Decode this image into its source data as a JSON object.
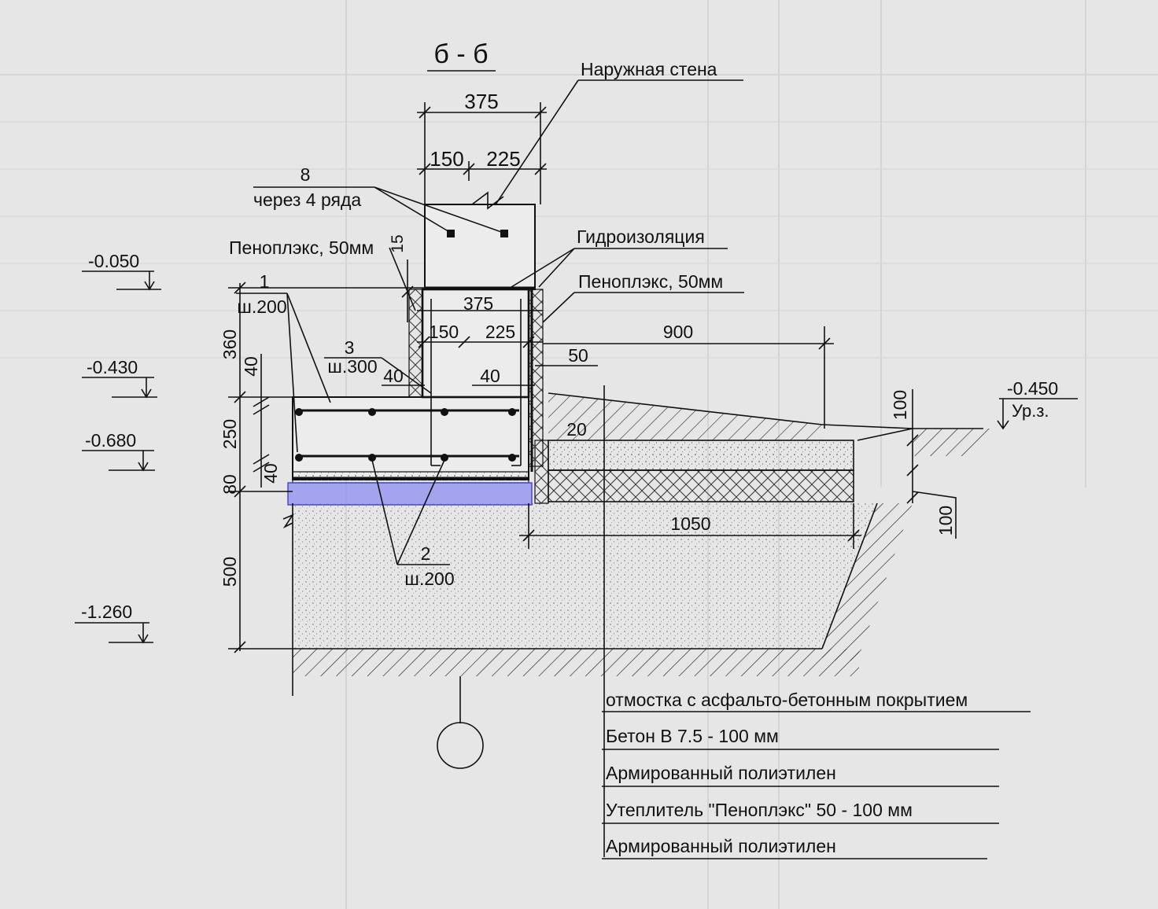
{
  "section_title": "б - б",
  "labels": {
    "outer_wall": "Наружная стена",
    "rebar_8": "8",
    "every_4_rows": "через 4 ряда",
    "penoplex_left": "Пеноплэкс, 50мм",
    "waterproofing": "Гидроизоляция",
    "penoplex_right": "Пеноплэкс, 50мм",
    "bar1_num": "1",
    "bar1_step": "ш.200",
    "bar3_num": "3",
    "bar3_step": "ш.300",
    "bar2_num": "2",
    "bar2_step": "ш.200",
    "ground_level": "Ур.з."
  },
  "dimensions": {
    "wall_total": "375",
    "wall_part_a": "150",
    "wall_part_b": "225",
    "base_total": "375",
    "base_part_a": "150",
    "base_part_b": "225",
    "cover_left": "40",
    "cover_right": "40",
    "gap_50": "50",
    "blind_area": "900",
    "gap_20": "20",
    "slab_100_top": "100",
    "slab_100_bottom": "100",
    "width_1050": "1050",
    "v_15": "15",
    "v_360": "360",
    "v_40_top": "40",
    "v_250": "250",
    "v_40_bottom": "40",
    "v_80": "80",
    "v_500": "500"
  },
  "elevations": {
    "e1": "-0.050",
    "e2": "-0.430",
    "e3": "-0.680",
    "e4": "-1.260",
    "ground": "-0.450"
  },
  "legend": [
    "отмостка с асфальто-бетонным покрытием",
    "Бетон В 7.5 - 100 мм",
    "Армированный полиэтилен",
    "Утеплитель \"Пеноплэкс\" 50 - 100 мм",
    "Армированный полиэтилен"
  ],
  "colors": {
    "highlight_fill": "#8c8cf0",
    "line": "#111111",
    "paper": "#e6e6e6"
  }
}
